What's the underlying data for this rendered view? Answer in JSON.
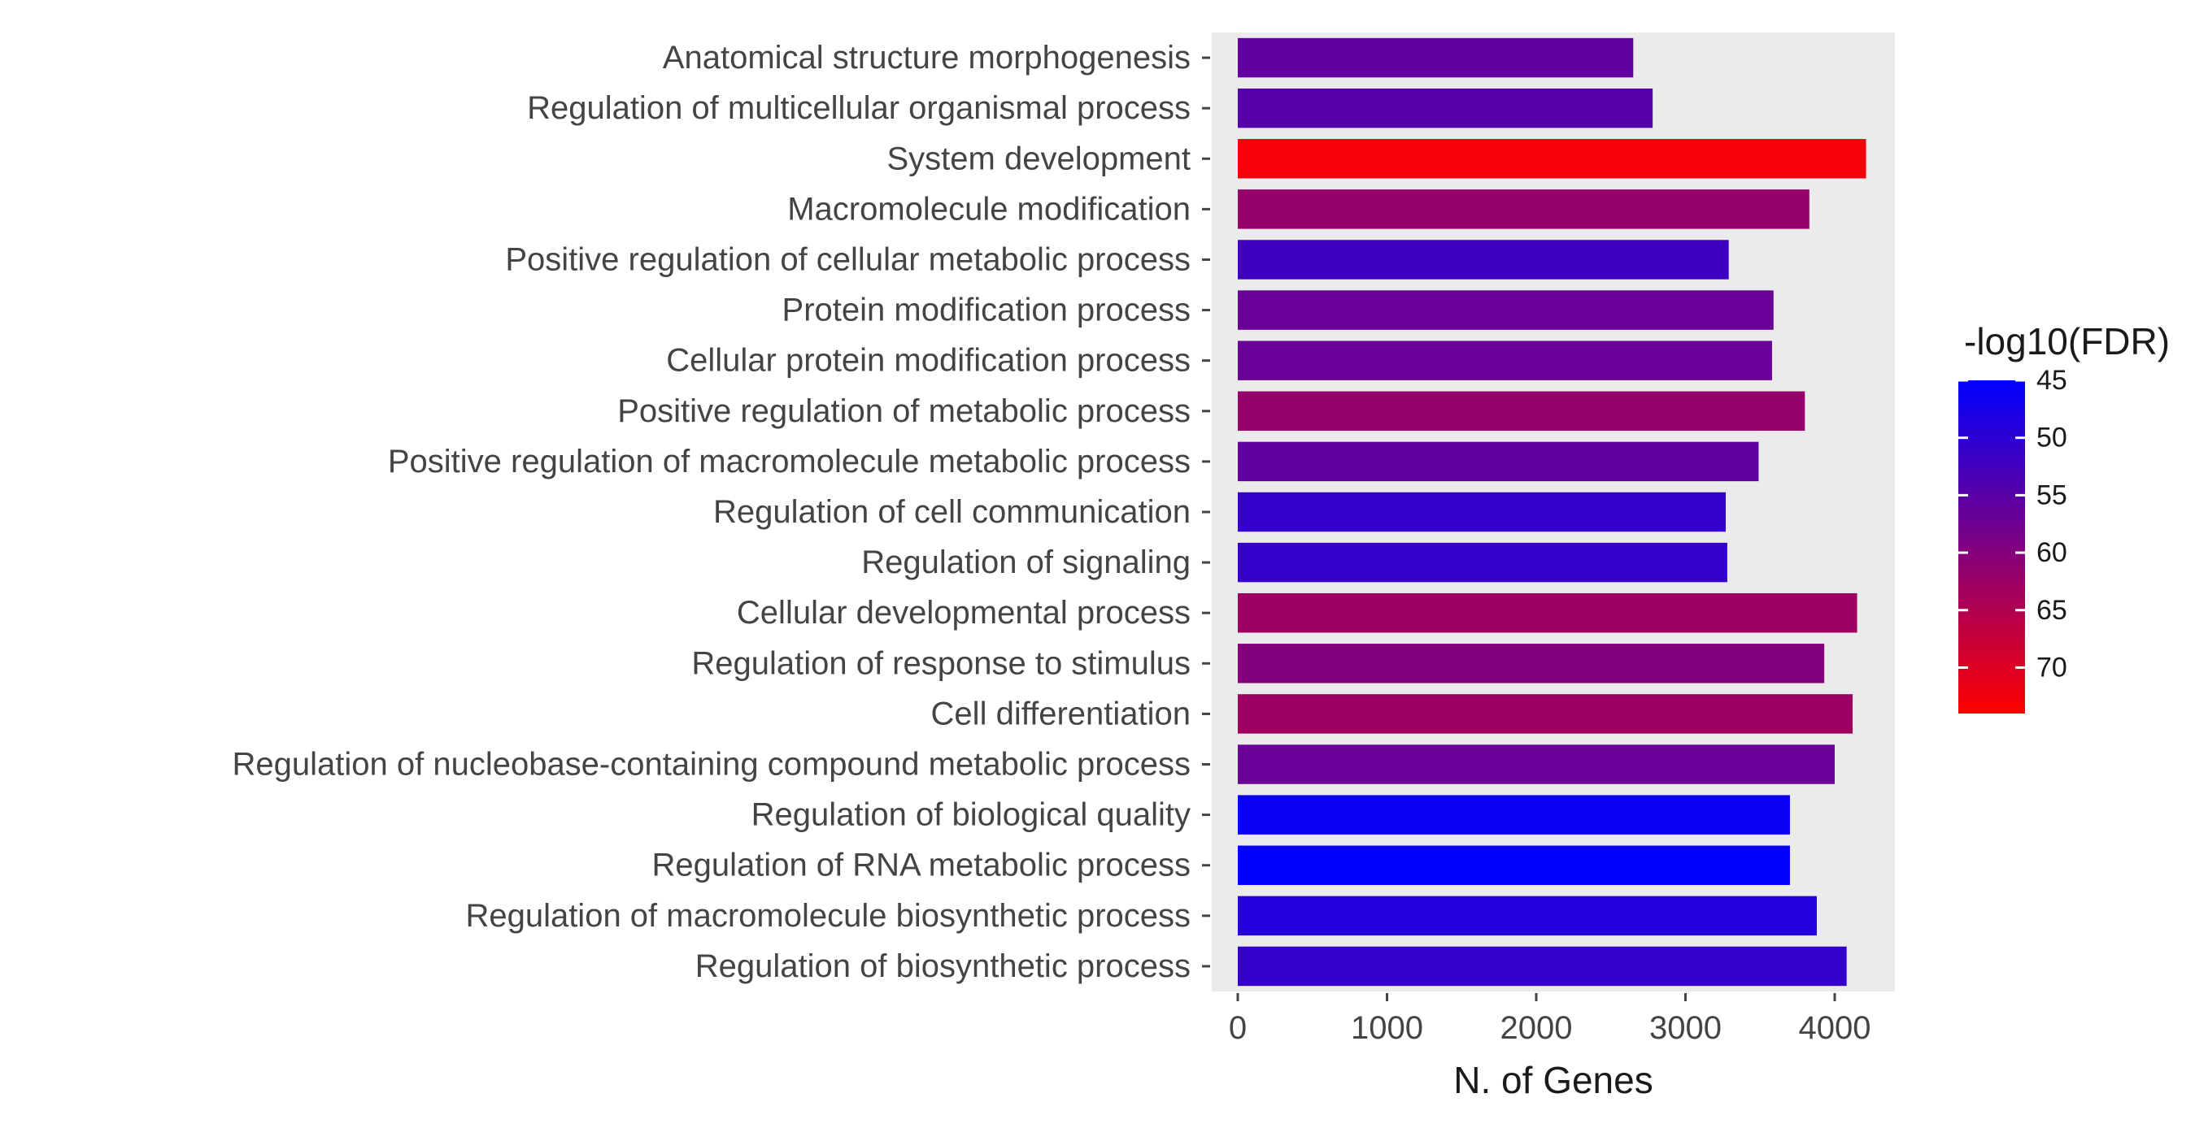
{
  "chart_data": {
    "type": "bar",
    "orientation": "horizontal",
    "categories": [
      "Anatomical structure morphogenesis",
      "Regulation of multicellular organismal process",
      "System development",
      "Macromolecule modification",
      "Positive regulation of cellular metabolic process",
      "Protein modification process",
      "Cellular protein modification process",
      "Positive regulation of metabolic process",
      "Positive regulation of macromolecule metabolic process",
      "Regulation of cell communication",
      "Regulation of signaling",
      "Cellular developmental process",
      "Regulation of response to stimulus",
      "Cell differentiation",
      "Regulation of nucleobase-containing compound metabolic process",
      "Regulation of biological quality",
      "Regulation of RNA metabolic process",
      "Regulation of macromolecule biosynthetic process",
      "Regulation of biosynthetic process"
    ],
    "values": [
      2650,
      2780,
      4210,
      3830,
      3290,
      3590,
      3580,
      3800,
      3490,
      3270,
      3280,
      4150,
      3930,
      4120,
      4000,
      3700,
      3700,
      3880,
      4080
    ],
    "color_values": [
      56,
      55,
      73,
      62,
      52,
      57,
      57,
      62,
      56,
      51,
      51,
      63,
      60,
      63,
      57,
      46,
      45,
      49,
      51
    ],
    "xlabel": "N. of Genes",
    "ylabel": "",
    "xlim": [
      0,
      4400
    ],
    "xticks": [
      0,
      1000,
      2000,
      3000,
      4000
    ],
    "panel_background": "#ebebeb",
    "grid": false,
    "colorbar": {
      "title": "-log10(FDR)",
      "ticks": [
        45,
        50,
        55,
        60,
        65,
        70
      ],
      "range": [
        45,
        74
      ],
      "low_color": "#0000ff",
      "high_color": "#ff0000",
      "placement": "right"
    }
  }
}
